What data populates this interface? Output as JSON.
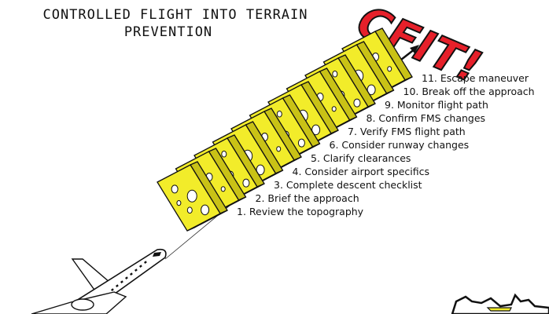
{
  "title": {
    "line1": "CONTROLLED FLIGHT INTO TERRAIN",
    "line2": "PREVENTION"
  },
  "badge": "CFIT!",
  "steps": [
    "1. Review the topography",
    "2. Brief the approach",
    "3. Complete descent checklist",
    "4. Consider airport specifics",
    "5. Clarify clearances",
    "6. Consider runway changes",
    "7. Verify FMS flight path",
    "8. Confirm FMS changes",
    "9. Monitor flight path",
    "10. Break off the approach",
    "11. Escape maneuver"
  ],
  "colors": {
    "cheese": "#f2ec2a",
    "cheese_side": "#c9c216",
    "cheese_top": "#e0d91d",
    "outline": "#111111",
    "badge_fill": "#e6202a",
    "plane_body": "#ffffff"
  },
  "icons": [
    "airplane-icon",
    "swiss-cheese-slice-icon",
    "arrow-icon"
  ]
}
